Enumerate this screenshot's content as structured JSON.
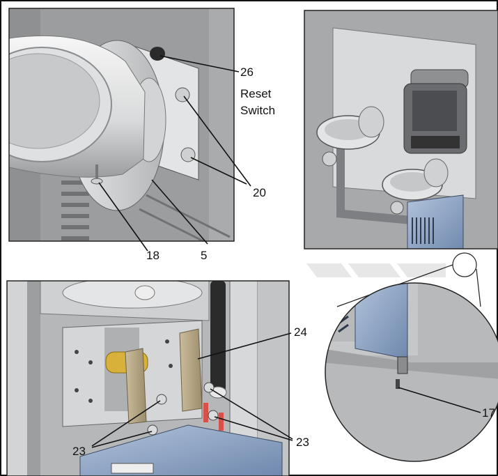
{
  "panels": {
    "top_left": {
      "callouts": [
        {
          "id": "reset-switch",
          "number": "26",
          "caption_line1": "Reset",
          "caption_line2": "Switch"
        },
        {
          "id": "screw-20",
          "number": "20"
        },
        {
          "id": "bolt-18",
          "number": "18"
        },
        {
          "id": "bowl-5",
          "number": "5"
        }
      ]
    },
    "right": {
      "callouts": [
        {
          "id": "screw-17",
          "number": "17"
        }
      ]
    },
    "bottom_left": {
      "callouts": [
        {
          "id": "bracket-24",
          "number": "24"
        },
        {
          "id": "nut-23-left",
          "number": "23"
        },
        {
          "id": "nut-23-right",
          "number": "23"
        }
      ]
    }
  },
  "colors": {
    "wall_gray": "#a7a9ab",
    "panel_dark": "#5d5f62",
    "bowl_light": "#e9eaeb",
    "cooler_blue": "#8fa8c9",
    "bracket_tan": "#b8a987",
    "pipe_black": "#2b2b2b",
    "pin_red": "#d8504a"
  }
}
